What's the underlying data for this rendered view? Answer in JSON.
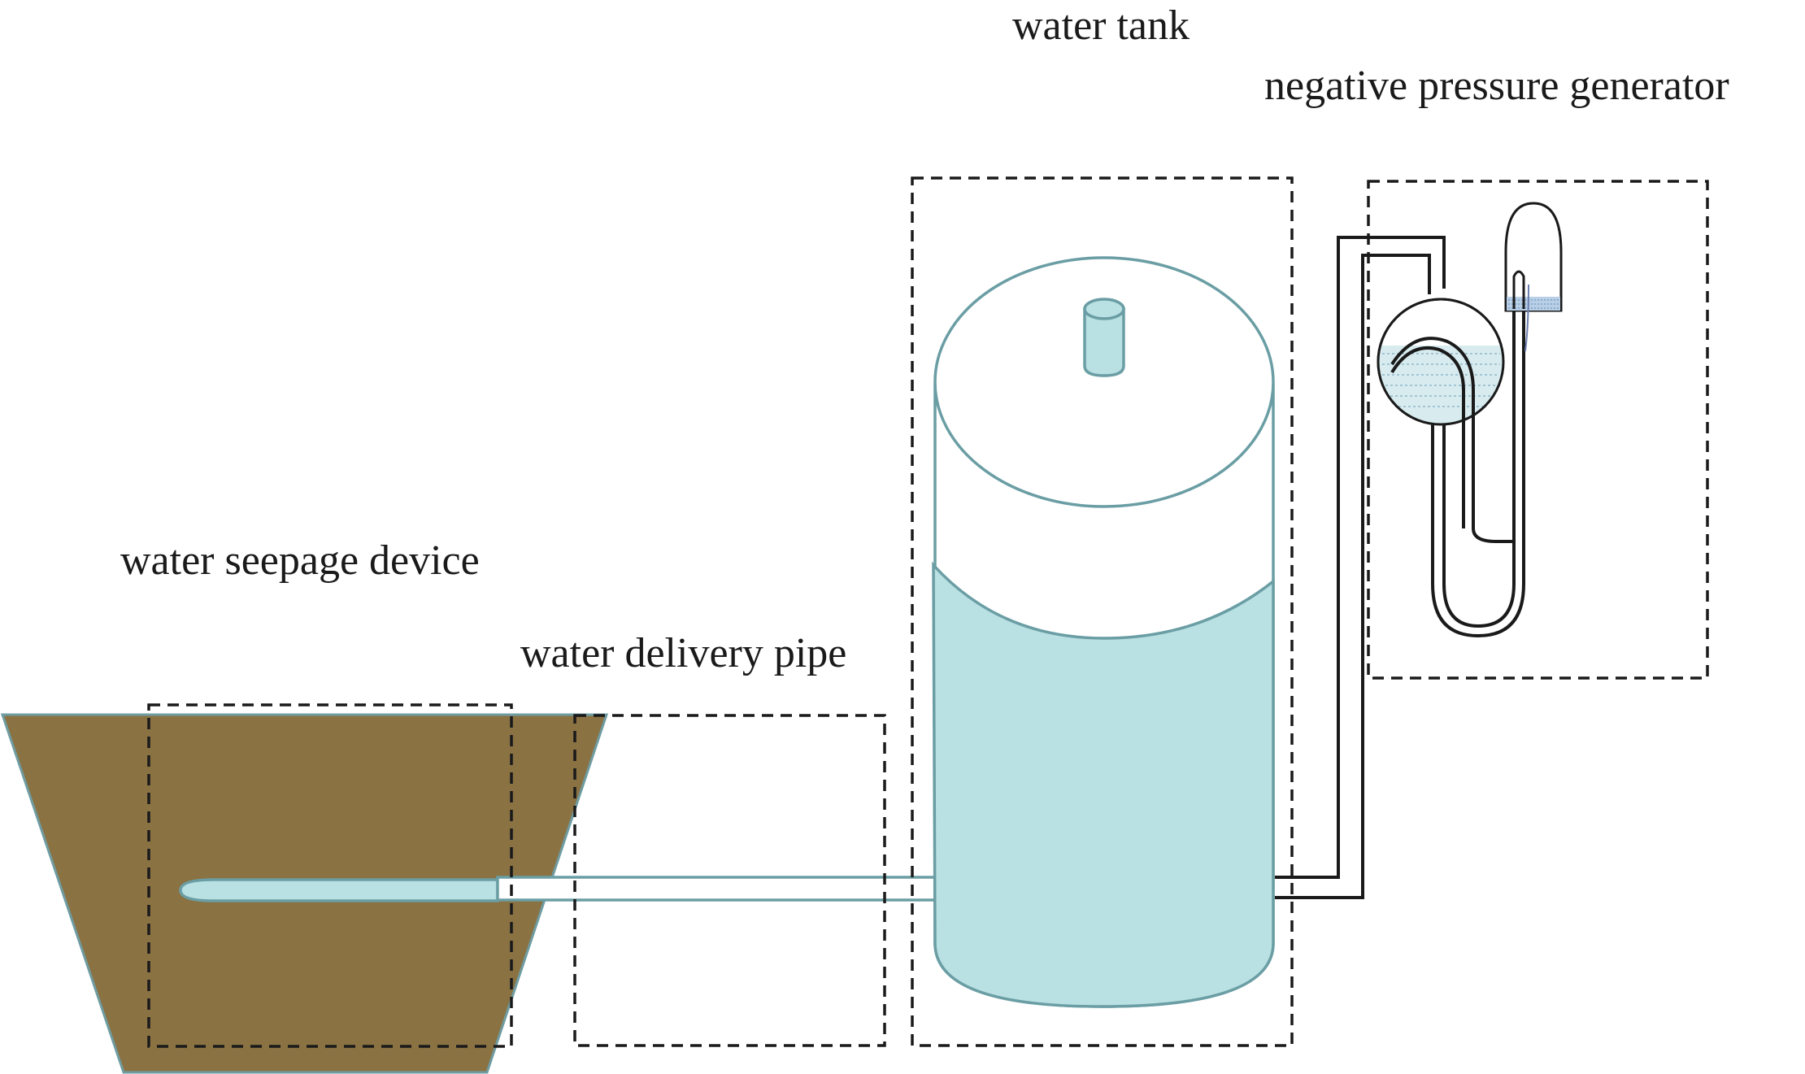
{
  "labels": {
    "water_tank": "water tank",
    "negative_pressure_generator": "negative pressure generator",
    "water_seepage_device": "water seepage device",
    "water_delivery_pipe": "water delivery pipe"
  },
  "colors": {
    "soil": "#8a7243",
    "soil_edge": "#6f9ca2",
    "water": "#b9e0e2",
    "outline": "#6a9ea4",
    "dashed_box": "#1a1a1a",
    "tubing": "#1a1a1a",
    "background": "#ffffff"
  }
}
